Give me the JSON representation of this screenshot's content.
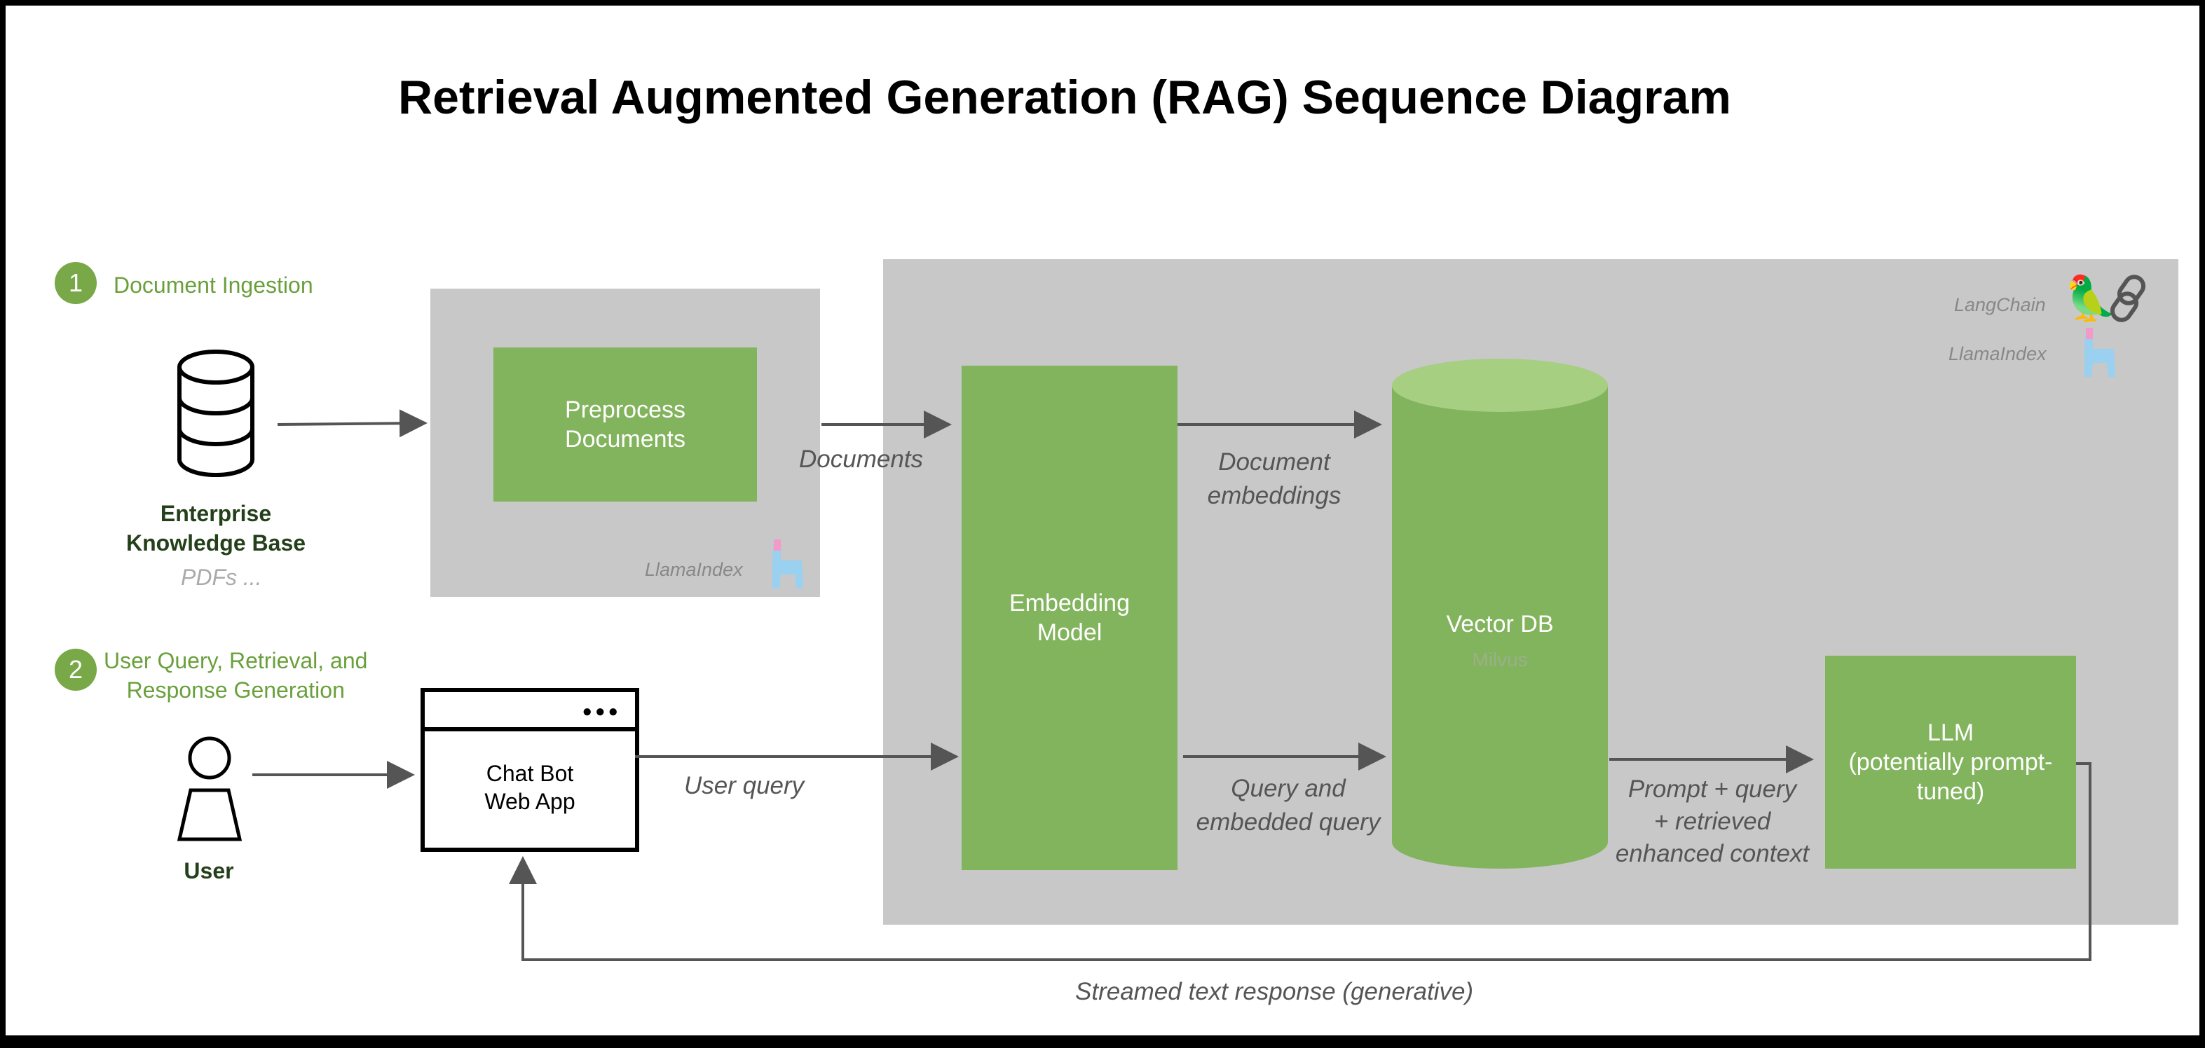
{
  "title": "Retrieval Augmented Generation (RAG) Sequence Diagram",
  "steps": [
    {
      "number": "1",
      "label": "Document Ingestion"
    },
    {
      "number": "2",
      "label_line1": "User Query, Retrieval, and",
      "label_line2": "Response Generation"
    }
  ],
  "knowledge_base": {
    "line1": "Enterprise",
    "line2": "Knowledge Base",
    "sub": "PDFs ..."
  },
  "user": {
    "label": "User"
  },
  "preprocess": {
    "line1": "Preprocess",
    "line2": "Documents",
    "tool": "LlamaIndex"
  },
  "embedding_model": {
    "line1": "Embedding",
    "line2": "Model"
  },
  "vector_db": {
    "name": "Vector DB",
    "sub": "Milvus"
  },
  "llm": {
    "line1": "LLM",
    "line2": "(potentially prompt-",
    "line3": "tuned)"
  },
  "chatbot": {
    "line1": "Chat Bot",
    "line2": "Web App"
  },
  "frameworks": {
    "langchain": "LangChain",
    "llamaindex": "LlamaIndex"
  },
  "edges": {
    "documents": "Documents",
    "doc_embeddings_1": "Document",
    "doc_embeddings_2": "embeddings",
    "user_query": "User query",
    "query_embedded_1": "Query and",
    "query_embedded_2": "embedded query",
    "prompt_1": "Prompt + query",
    "prompt_2": "+ retrieved",
    "prompt_3": "enhanced context",
    "streamed": "Streamed text response (generative)"
  },
  "colors": {
    "green": "#82b35d",
    "panel": "#c8c8c8",
    "step_green": "#78a847",
    "arrow": "#555555"
  }
}
